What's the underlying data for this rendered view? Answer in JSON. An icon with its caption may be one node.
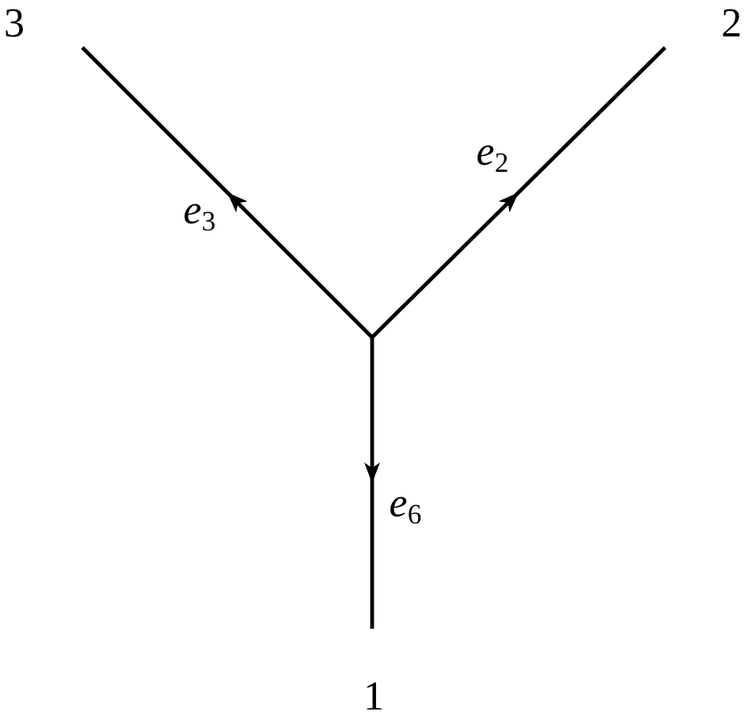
{
  "diagram": {
    "nodes": [
      {
        "text": [
          "3"
        ]
      },
      {
        "text": [
          "2"
        ]
      },
      {
        "text": [
          "1"
        ]
      }
    ],
    "edges": [
      {
        "from": null,
        "to": 0,
        "arrow": "to",
        "label": "*e*$_{3}$"
      },
      {
        "from": null,
        "to": 1,
        "arrow": "to",
        "label": "*e*$_{2}$"
      },
      {
        "from": null,
        "to": 2,
        "arrow": "to",
        "label": "*e*$_{6}$"
      }
    ]
  }
}
